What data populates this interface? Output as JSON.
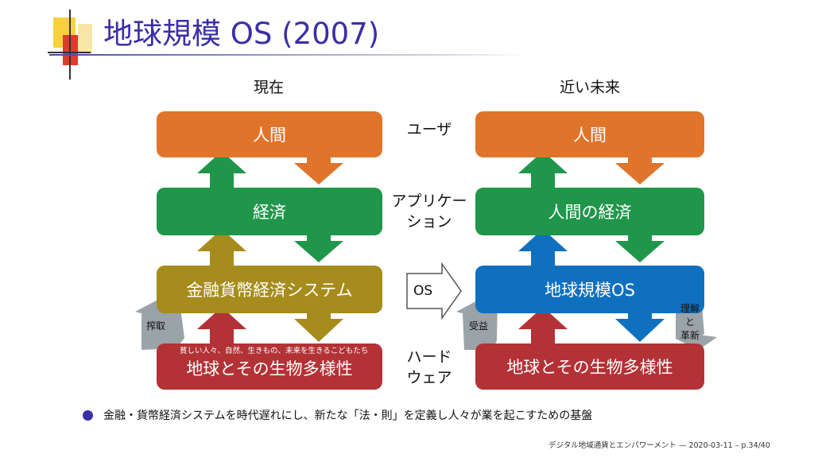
{
  "title": "地球規模 OS (2007)",
  "columns": {
    "left_heading": "現在",
    "right_heading": "近い未来"
  },
  "left_boxes": {
    "human": "人間",
    "economy": "経済",
    "finance": "金融貨幣経済システム",
    "earth": "地球とその生物多様性"
  },
  "right_boxes": {
    "human": "人間",
    "economy": "人間の経済",
    "os": "地球規模OS",
    "earth": "地球とその生物多様性"
  },
  "middle_labels": {
    "user": "ユーザ",
    "application_line1": "アプリケー",
    "application_line2": "ション",
    "os": "OS",
    "hardware_line1": "ハード",
    "hardware_line2": "ウェア"
  },
  "side_labels": {
    "exploitation": "搾取",
    "benefit": "受益",
    "understanding_line1": "理解",
    "understanding_line2": "と",
    "understanding_line3": "革新"
  },
  "poverty_note": "貧しい人々、自然、生きもの、未来を生きるこどもたち",
  "bullet": "金融・貨幣経済システムを時代遅れにし、新たな「法・則」を定義し人々が業を起こすための基盤",
  "footer": "デジタル地域通貨とエンパワーメント — 2020-03-11 – p.34/40",
  "colors": {
    "title": "#3a2fa8",
    "human_box": "#e0742a",
    "economy_box": "#20964a",
    "finance_box": "#a68c1c",
    "os_box": "#1070c0",
    "earth_box": "#b33236",
    "side_arrow": "#9aa3a8"
  }
}
